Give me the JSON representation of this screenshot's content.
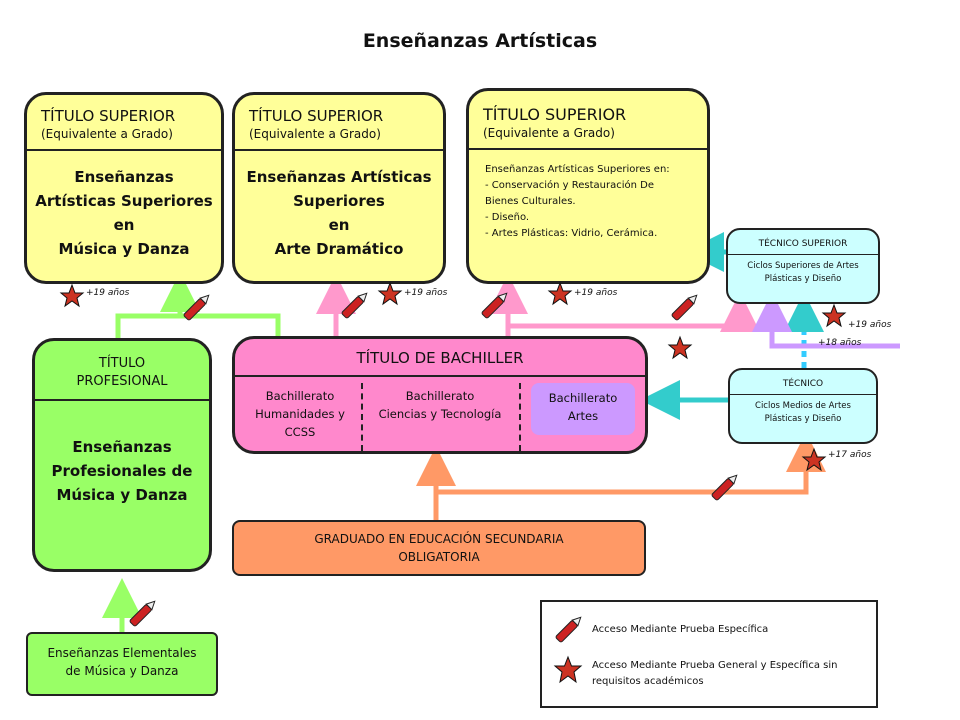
{
  "title": "Enseñanzas Artísticas",
  "boxes": {
    "sup1": {
      "head": "TÍTULO SUPERIOR",
      "sub": "(Equivalente a Grado)",
      "body": [
        "Enseñanzas",
        "Artísticas Superiores",
        "en",
        "Música y Danza"
      ]
    },
    "sup2": {
      "head": "TÍTULO SUPERIOR",
      "sub": "(Equivalente a Grado)",
      "body": [
        "Enseñanzas Artísticas",
        "Superiores",
        "en",
        "Arte Dramático"
      ]
    },
    "sup3": {
      "head": "TÍTULO SUPERIOR",
      "sub": "(Equivalente a Grado)",
      "body": [
        "Enseñanzas Artísticas Superiores en:",
        "- Conservación y Restauración De",
        "Bienes Culturales.",
        "- Diseño.",
        "- Artes Plásticas: Vidrio, Cerámica."
      ]
    },
    "profesional": {
      "head": [
        "TÍTULO",
        "PROFESIONAL"
      ],
      "body": [
        "Enseñanzas",
        "Profesionales de",
        "Música y Danza"
      ]
    },
    "bachiller": {
      "head": "TÍTULO DE BACHILLER",
      "cols": [
        [
          "Bachillerato",
          "Humanidades y",
          "CCSS"
        ],
        [
          "Bachillerato",
          "Ciencias y Tecnología"
        ],
        [
          "Bachillerato",
          "Artes"
        ]
      ]
    },
    "tecnico_superior": {
      "head": "TÉCNICO SUPERIOR",
      "body": [
        "Ciclos Superiores de Artes",
        "Plásticas y Diseño"
      ]
    },
    "tecnico": {
      "head": "TÉCNICO",
      "body": [
        "Ciclos Medios de Artes",
        "Plásticas y Diseño"
      ]
    },
    "eso": {
      "body": [
        "GRADUADO EN EDUCACIÓN SECUNDARIA",
        "OBLIGATORIA"
      ]
    },
    "elementales": {
      "body": [
        "Enseñanzas Elementales",
        "de Música y Danza"
      ]
    }
  },
  "ages": {
    "a1": "+19 años",
    "a2": "+19 años",
    "a3": "+19 años",
    "a4": "+19 años",
    "a5": "+18 años",
    "a6": "+17 años"
  },
  "legend": {
    "pen": "Acceso Mediante Prueba Específica",
    "star": [
      "Acceso Mediante Prueba General y Específica sin",
      "requisitos académicos"
    ]
  },
  "icons": {
    "pen": "pen-icon",
    "star": "star-icon"
  },
  "colors": {
    "green": "#99ff66",
    "pink": "#ff88cc",
    "cyan": "#33cccc",
    "orange": "#ff9966",
    "lilac": "#cc99ff",
    "star": "#cc3322"
  }
}
